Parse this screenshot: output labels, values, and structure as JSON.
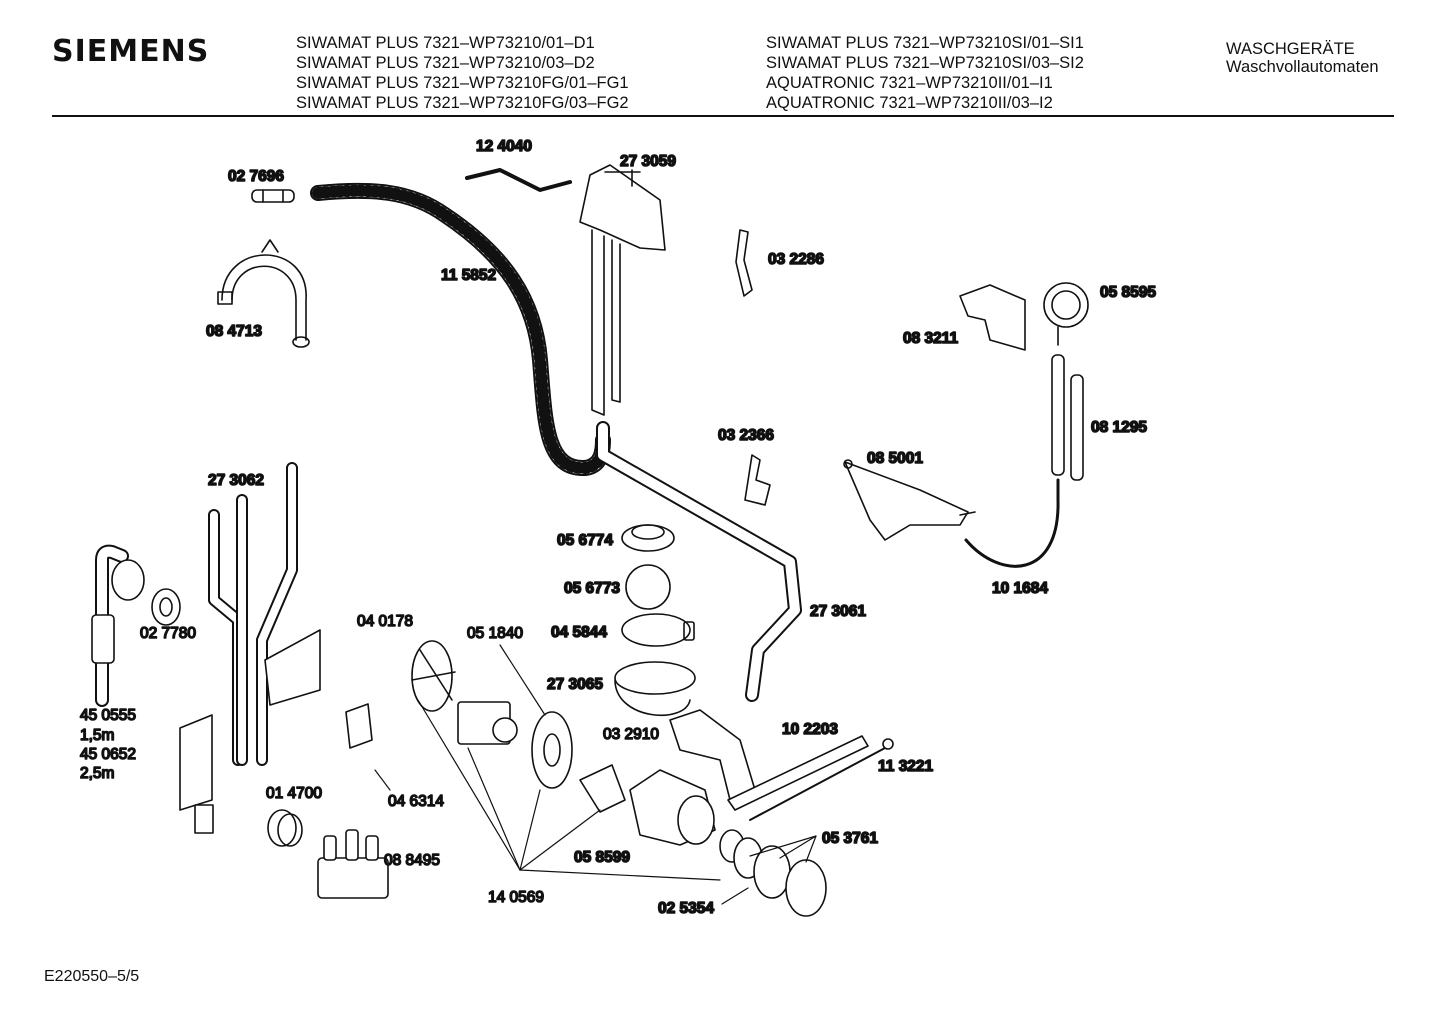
{
  "header": {
    "brand": "SIEMENS",
    "models_left": [
      "SIWAMAT PLUS 7321–WP73210/01–D1",
      "SIWAMAT PLUS 7321–WP73210/03–D2",
      "SIWAMAT PLUS 7321–WP73210FG/01–FG1",
      "SIWAMAT PLUS 7321–WP73210FG/03–FG2"
    ],
    "models_right": [
      "SIWAMAT PLUS 7321–WP73210SI/01–SI1",
      "SIWAMAT PLUS 7321–WP73210SI/03–SI2",
      "AQUATRONIC 7321–WP73210II/01–I1",
      "AQUATRONIC 7321–WP73210II/03–I2"
    ],
    "category": "WASCHGERÄTE",
    "subcategory": "Waschvollautomaten"
  },
  "parts": {
    "p027696": "02 7696",
    "p124040": "12 4040",
    "p273059": "27 3059",
    "p115852": "11 5852",
    "p032286": "03 2286",
    "p084713": "08 4713",
    "p058595": "05 8595",
    "p083211": "08 3211",
    "p081295": "08 1295",
    "p032366": "03 2366",
    "p085001": "08 5001",
    "p273062": "27 3062",
    "p056774": "05 6774",
    "p056773": "05 6773",
    "p045844": "04 5844",
    "p273061": "27 3061",
    "p101684": "10 1684",
    "p027780": "02 7780",
    "p040178": "04 0178",
    "p051840": "05 1840",
    "p273065": "27 3065",
    "p450555": "45 0555",
    "len1": "1,5m",
    "p450652": "45 0652",
    "len2": "2,5m",
    "p032910": "03 2910",
    "p102203": "10 2203",
    "p113221": "11 3221",
    "p014700": "01 4700",
    "p046314": "04 6314",
    "p088495": "08 8495",
    "p058599": "05 8599",
    "p053761": "05 3761",
    "p140569": "14 0569",
    "p025354": "02 5354"
  },
  "footer": {
    "doc_id": "E220550–5/5"
  }
}
